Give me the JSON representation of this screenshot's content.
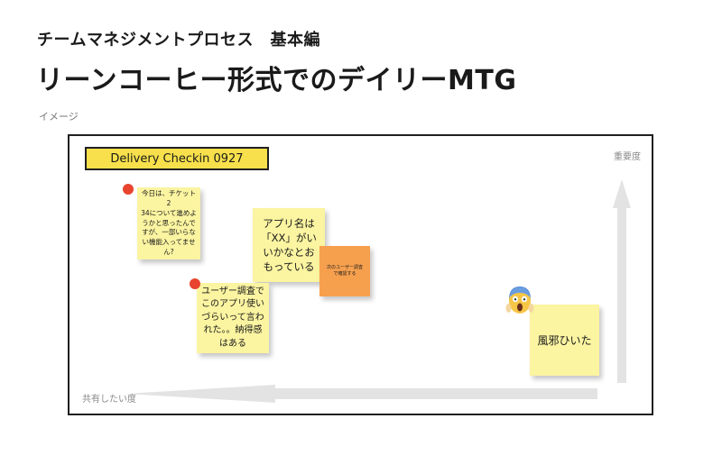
{
  "header": {
    "subtitle": "チームマネジメントプロセス　基本編",
    "title": "リーンコーヒー形式でのデイリーMTG",
    "image_label": "イメージ"
  },
  "board": {
    "title": "Delivery Checkin 0927",
    "y_axis_label": "重要度",
    "x_axis_label": "共有したい度",
    "notes": [
      {
        "lines": [
          "今日は、チケット2",
          "34について進めよ",
          "うかと思ったんで",
          "すが、一部いらな",
          "い機能入ってませ",
          "ん?"
        ],
        "color": "#fbf4a1",
        "marker": "red-dot"
      },
      {
        "lines": [
          "アプリ名は",
          "「XX」がい",
          "いかなとお",
          "もっている"
        ],
        "color": "#fbf4a1"
      },
      {
        "lines": [
          "次のユーザー調査",
          "で確認する"
        ],
        "color": "#f6a04e"
      },
      {
        "lines": [
          "ユーザー調査で",
          "このアプリ使い",
          "づらいって言わ",
          "れた。。納得感",
          "はある"
        ],
        "color": "#fbf4a1",
        "marker": "red-dot"
      },
      {
        "lines": [
          "風邪ひいた"
        ],
        "color": "#fbf4a1",
        "marker": "screaming-face-emoji"
      }
    ]
  },
  "colors": {
    "board_title_bg": "#f7e04b",
    "sticky_yellow": "#fbf4a1",
    "sticky_orange": "#f6a04e",
    "marker_red": "#e8442e",
    "arrow_gray": "#e3e3e3"
  }
}
